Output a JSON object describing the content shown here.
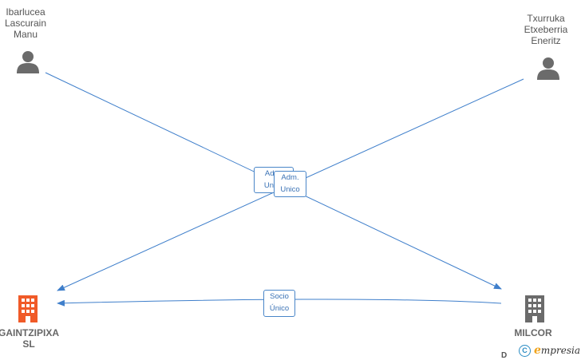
{
  "colors": {
    "edge": "#3f7fcb",
    "person": "#6b6b6b",
    "company_highlight": "#f05a28",
    "company": "#6b6b6b"
  },
  "persons": [
    {
      "id": "ibarlucea",
      "name_lines": [
        "Ibarlucea",
        "Lascurain",
        "Manu"
      ],
      "icon": "person-icon"
    },
    {
      "id": "txurruka",
      "name_lines": [
        "Txurruka",
        "Etxeberria",
        "Eneritz"
      ],
      "icon": "person-icon"
    }
  ],
  "companies": [
    {
      "id": "gaintzipixa",
      "name_lines": [
        "GAINTZIPIXA",
        "SL"
      ],
      "icon": "building-icon",
      "highlight": true
    },
    {
      "id": "milcor",
      "name_lines": [
        "MILCOR"
      ],
      "icon": "building-icon",
      "highlight": false
    }
  ],
  "relations": [
    {
      "from": "ibarlucea",
      "to": "milcor",
      "label_lines": [
        "Adm.",
        "Unico"
      ]
    },
    {
      "from": "txurruka",
      "to": "gaintzipixa",
      "label_lines": [
        "Adm.",
        "Unico"
      ]
    },
    {
      "from": "milcor",
      "to": "gaintzipixa",
      "label_lines": [
        "Socio",
        "Único"
      ]
    }
  ],
  "stub_text": "D",
  "brand": {
    "copyright_symbol": "C",
    "name_initial": "e",
    "name_rest": "mpresia"
  }
}
